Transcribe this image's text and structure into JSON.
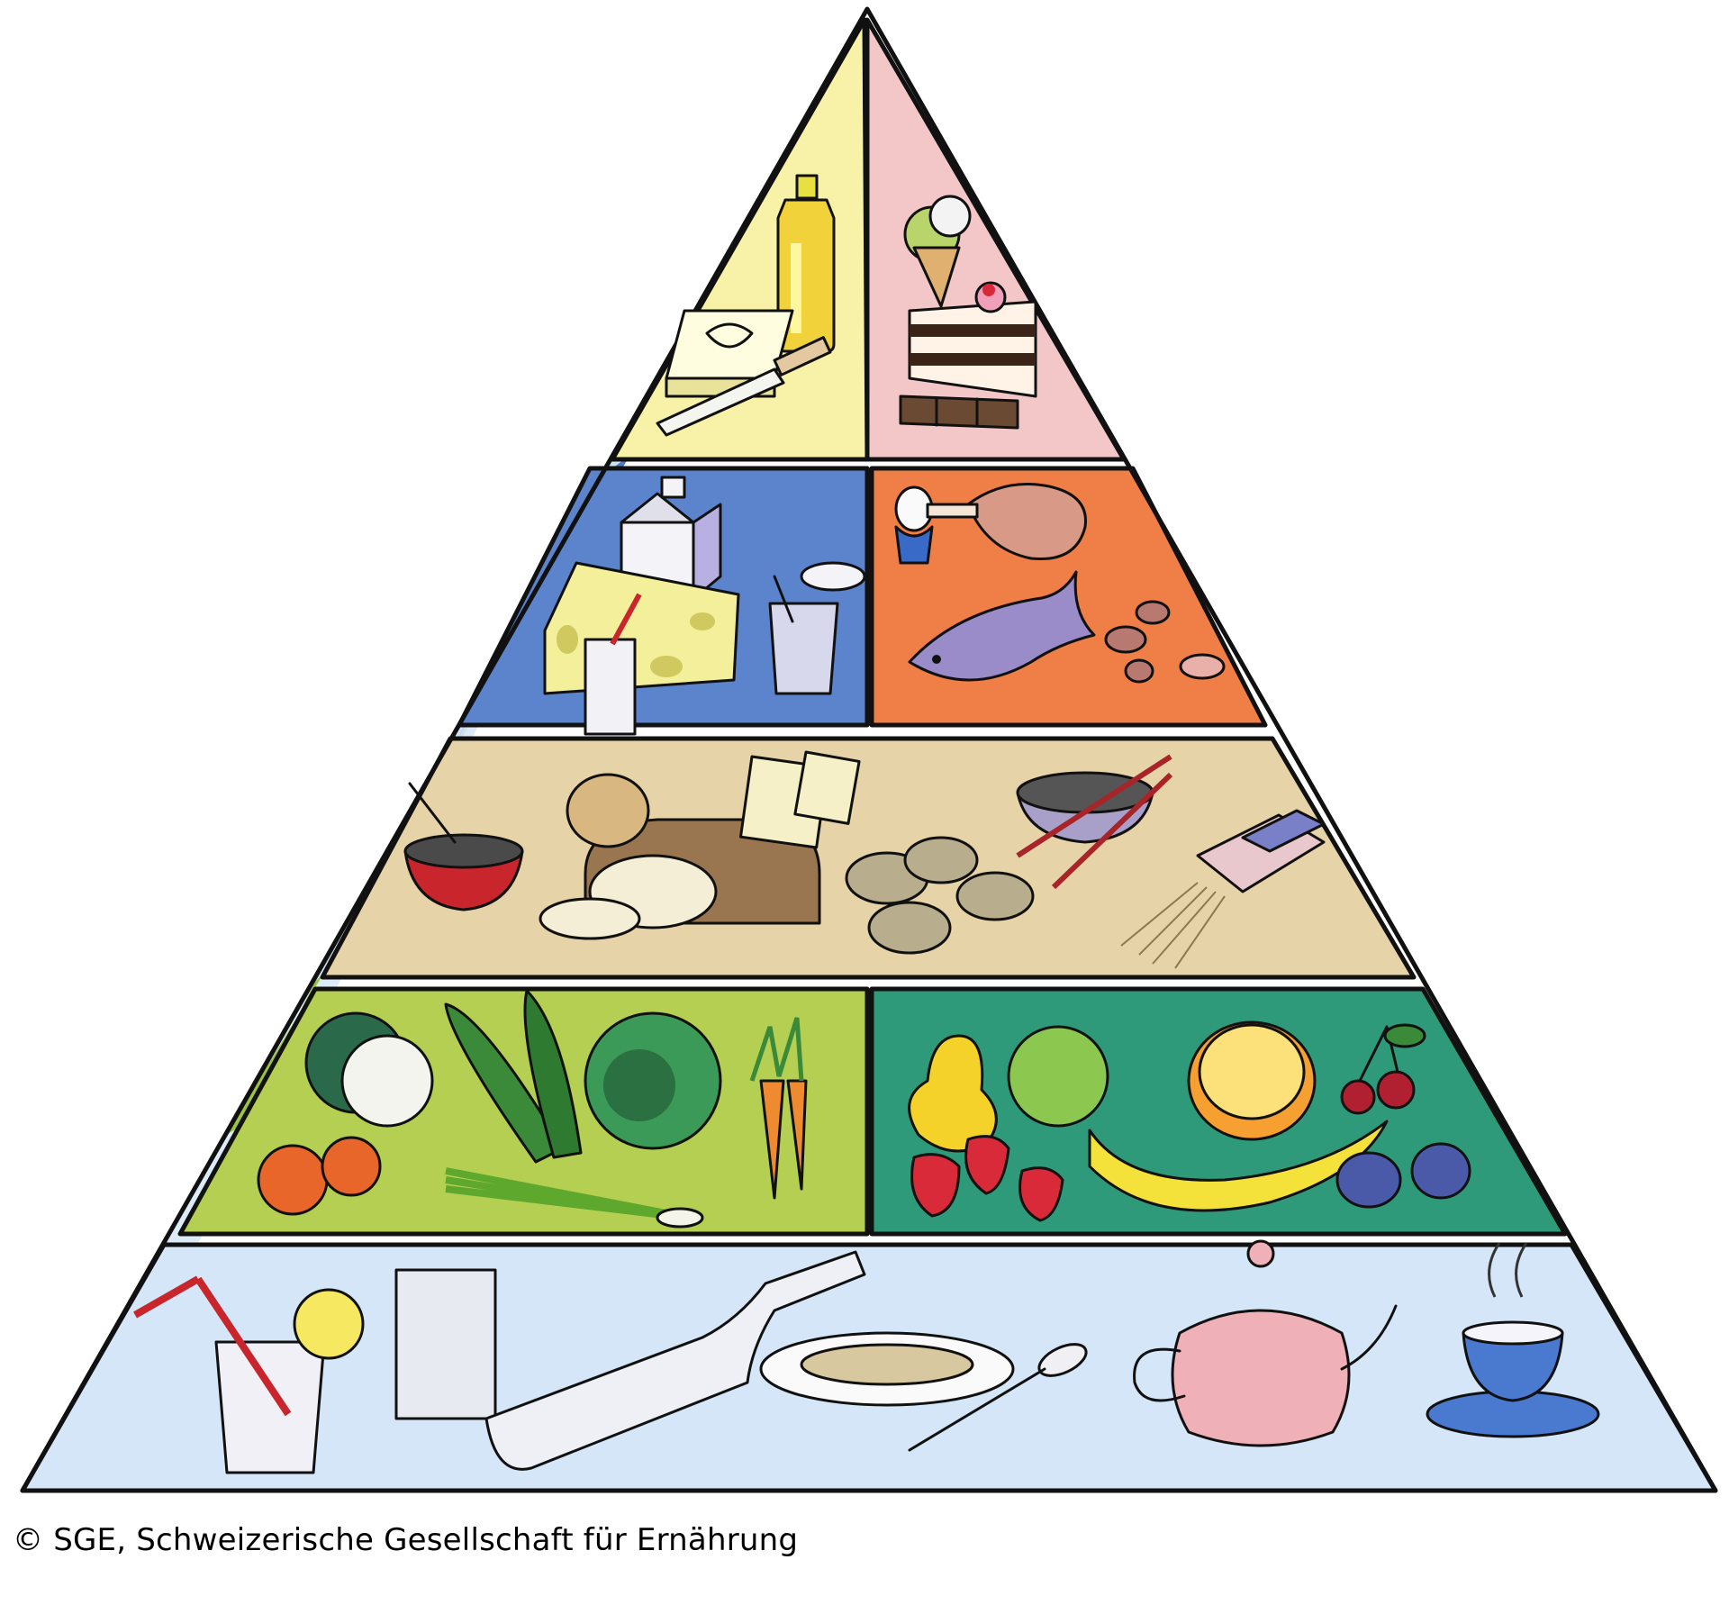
{
  "copyright": "© SGE, Schweizerische Gesellschaft für Ernährung",
  "colors": {
    "tier1_fats": "#f7f2a8",
    "tier1_sweets": "#f3c7c7",
    "tier2_dairy": "#5b84cc",
    "tier2_protein": "#ef7e47",
    "tier3_starch": "#e7d3a8",
    "tier4_vegetables": "#b4cf52",
    "tier4_fruit": "#2f9a7a",
    "tier5_drinks": "#d5e6f8",
    "side_face": "#d9e8f5"
  },
  "tiers": [
    {
      "level": 1,
      "sections": [
        {
          "group": "fats-and-oils",
          "icons": [
            "oil-bottle-icon",
            "butter-block-icon",
            "knife-icon"
          ]
        },
        {
          "group": "sweets",
          "icons": [
            "ice-cream-cone-icon",
            "cake-slice-icon",
            "chocolate-bar-icon"
          ]
        }
      ]
    },
    {
      "level": 2,
      "sections": [
        {
          "group": "dairy",
          "icons": [
            "milk-carton-icon",
            "cheese-wedge-icon",
            "milk-glass-icon",
            "yogurt-cup-icon"
          ]
        },
        {
          "group": "meat-fish-eggs",
          "icons": [
            "boiled-egg-icon",
            "ham-icon",
            "fish-icon",
            "beans-icon"
          ]
        }
      ]
    },
    {
      "level": 3,
      "sections": [
        {
          "group": "grains-and-potatoes",
          "icons": [
            "cereal-bowl-icon",
            "bread-loaf-icon",
            "crackers-icon",
            "potatoes-icon",
            "rice-bowl-chopsticks-icon",
            "spaghetti-icon"
          ]
        }
      ]
    },
    {
      "level": 4,
      "sections": [
        {
          "group": "vegetables",
          "icons": [
            "cauliflower-icon",
            "zucchini-icon",
            "lettuce-icon",
            "carrots-icon",
            "tomatoes-icon",
            "spring-onions-icon"
          ]
        },
        {
          "group": "fruit",
          "icons": [
            "pear-icon",
            "apple-icon",
            "orange-half-icon",
            "cherries-icon",
            "strawberries-icon",
            "banana-icon",
            "plums-icon"
          ]
        }
      ]
    },
    {
      "level": 5,
      "sections": [
        {
          "group": "drinks",
          "icons": [
            "glass-with-straw-icon",
            "lemon-slice-icon",
            "water-glass-icon",
            "water-bottle-icon",
            "soup-plate-icon",
            "spoon-icon",
            "teapot-icon",
            "tea-cup-icon"
          ]
        }
      ]
    }
  ]
}
